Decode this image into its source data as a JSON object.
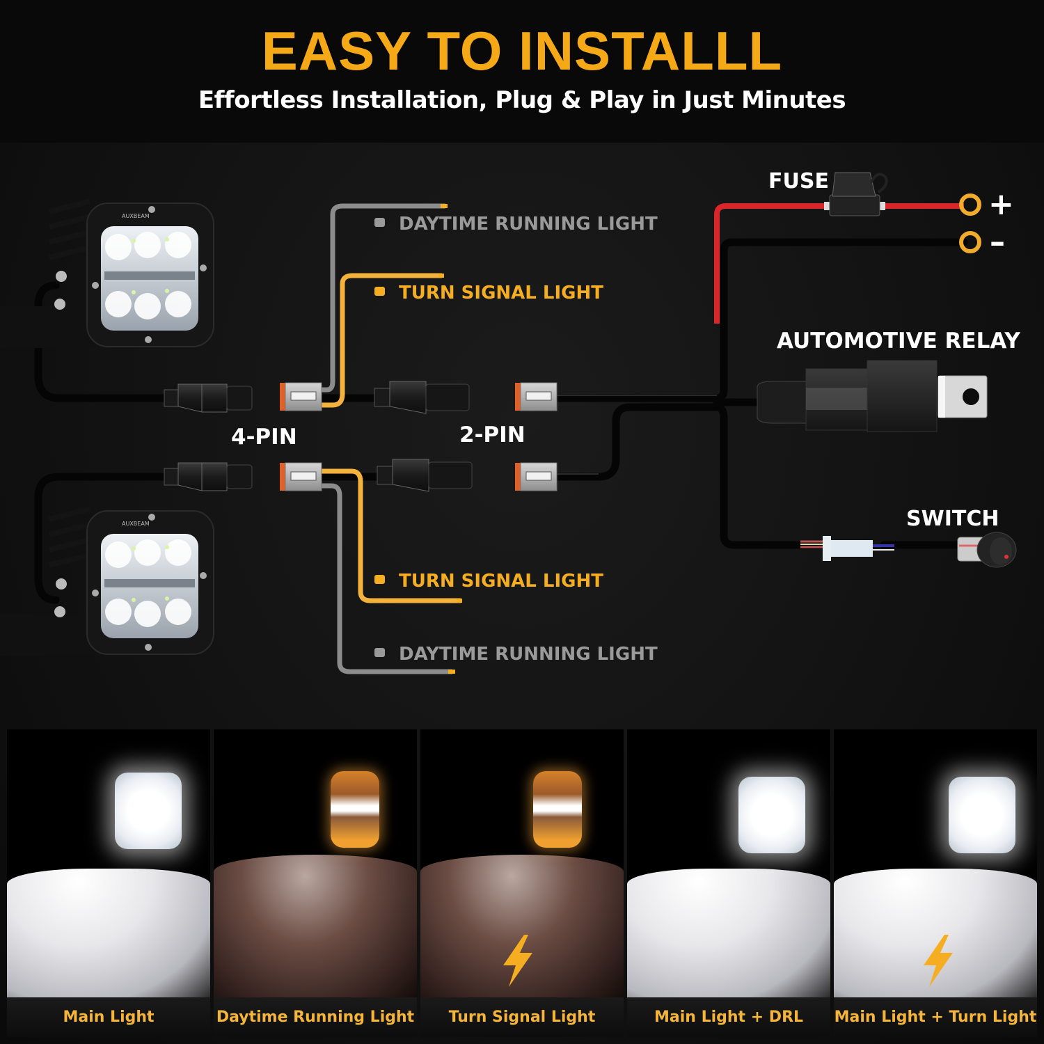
{
  "header": {
    "title": "EASY TO INSTALLL",
    "subtitle": "Effortless Installation, Plug & Play in Just Minutes"
  },
  "colors": {
    "accent_amber": "#f5a917",
    "wire_red": "#d9262b",
    "wire_grey": "#9a9a9a",
    "wire_amber": "#f5ad22",
    "background": "#111111"
  },
  "diagram": {
    "components": {
      "fuse": "FUSE",
      "relay": "AUTOMOTIVE RELAY",
      "switch": "SWITCH",
      "positive_terminal": "+",
      "negative_terminal": "–",
      "connector_4pin": "4-PIN",
      "connector_2pin": "2-PIN",
      "lamp_brand": "AUXBEAM"
    },
    "wire_labels_top": [
      {
        "label": "DAYTIME RUNNING LIGHT",
        "color": "grey"
      },
      {
        "label": "TURN SIGNAL LIGHT",
        "color": "amber"
      }
    ],
    "wire_labels_bottom": [
      {
        "label": "TURN SIGNAL LIGHT",
        "color": "amber"
      },
      {
        "label": "DAYTIME RUNNING LIGHT",
        "color": "grey"
      }
    ]
  },
  "modes": [
    {
      "label": "Main Light",
      "lamp": "white",
      "beam": "white",
      "bolt": false
    },
    {
      "label": "Daytime Running Light",
      "lamp": "amber",
      "beam": "warm",
      "bolt": false
    },
    {
      "label": "Turn Signal Light",
      "lamp": "amber",
      "beam": "warm",
      "bolt": true
    },
    {
      "label": "Main Light + DRL",
      "lamp": "white",
      "beam": "white",
      "bolt": false
    },
    {
      "label": "Main Light + Turn Light",
      "lamp": "white",
      "beam": "white",
      "bolt": true
    }
  ]
}
